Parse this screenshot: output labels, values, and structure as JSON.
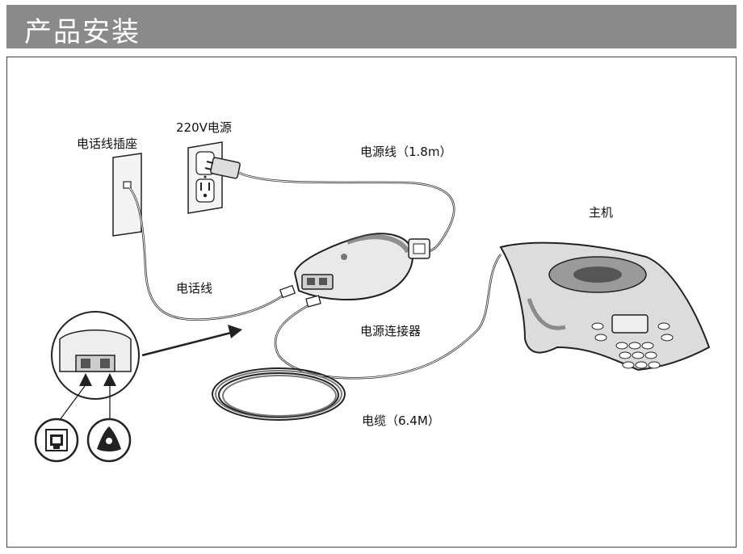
{
  "header": {
    "title": "产品安装"
  },
  "labels": {
    "phone_jack": "电话线插座",
    "power_220": "220V电源",
    "power_cord": "电源线（1.8m）",
    "main_unit": "主机",
    "phone_line": "电话线",
    "power_connector": "电源连接器",
    "cable": "电缆（6.4M）"
  },
  "icons": {
    "wall_jack": "phone-wall-jack",
    "outlet": "power-outlet",
    "power_module": "power-module",
    "conference_phone": "conference-phone",
    "phone_line_port_symbol": "phone-line-symbol",
    "phone_unit_port_symbol": "conference-phone-symbol"
  },
  "colors": {
    "header_bg": "#8a8a8a",
    "header_text": "#ffffff",
    "line": "#222222"
  }
}
